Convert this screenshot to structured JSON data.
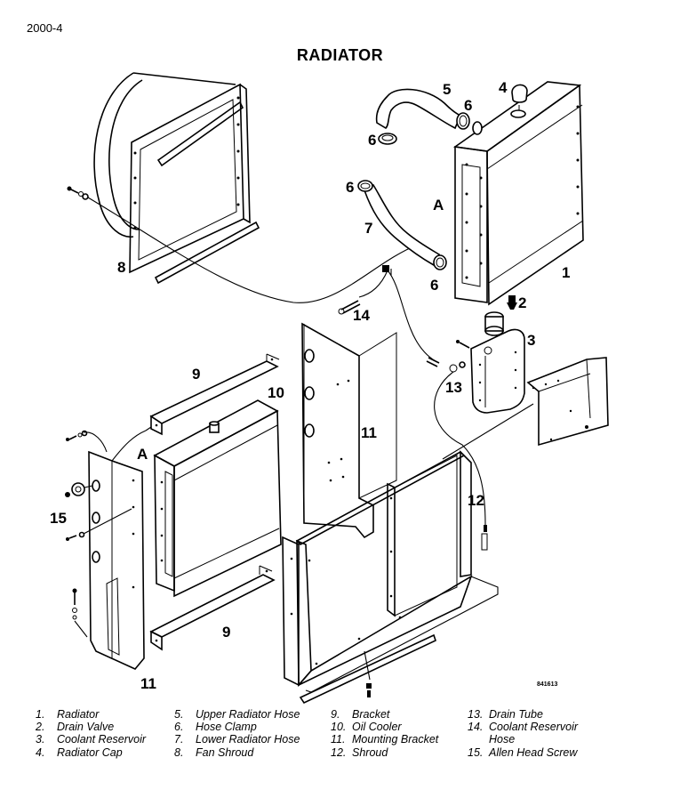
{
  "page_code": "2000-4",
  "title": "RADIATOR",
  "drawing_code": "841613",
  "callouts": {
    "c1": "1",
    "c2": "2",
    "c3": "3",
    "c4": "4",
    "c5": "5",
    "c6a": "6",
    "c6b": "6",
    "c6c": "6",
    "c6d": "6",
    "c7": "7",
    "c8": "8",
    "c9a": "9",
    "c9b": "9",
    "c10": "10",
    "c11a": "11",
    "c11b": "11",
    "c12": "12",
    "c13": "13",
    "c14": "14",
    "c15": "15",
    "cAa": "A",
    "cAb": "A"
  },
  "legend": [
    [
      {
        "num": "1.",
        "label": "Radiator"
      },
      {
        "num": "2.",
        "label": "Drain Valve"
      },
      {
        "num": "3.",
        "label": "Coolant Reservoir"
      },
      {
        "num": "4.",
        "label": "Radiator Cap"
      }
    ],
    [
      {
        "num": "5.",
        "label": "Upper Radiator Hose"
      },
      {
        "num": "6.",
        "label": "Hose Clamp"
      },
      {
        "num": "7.",
        "label": "Lower Radiator Hose"
      },
      {
        "num": "8.",
        "label": "Fan Shroud"
      }
    ],
    [
      {
        "num": "9.",
        "label": "Bracket"
      },
      {
        "num": "10.",
        "label": "Oil Cooler"
      },
      {
        "num": "11.",
        "label": "Mounting Bracket"
      },
      {
        "num": "12.",
        "label": "Shroud"
      }
    ],
    [
      {
        "num": "13.",
        "label": "Drain Tube"
      },
      {
        "num": "14.",
        "label": "Coolant Reservoir"
      },
      {
        "num": "",
        "label": "Hose"
      },
      {
        "num": "15.",
        "label": "Allen Head Screw"
      }
    ]
  ]
}
